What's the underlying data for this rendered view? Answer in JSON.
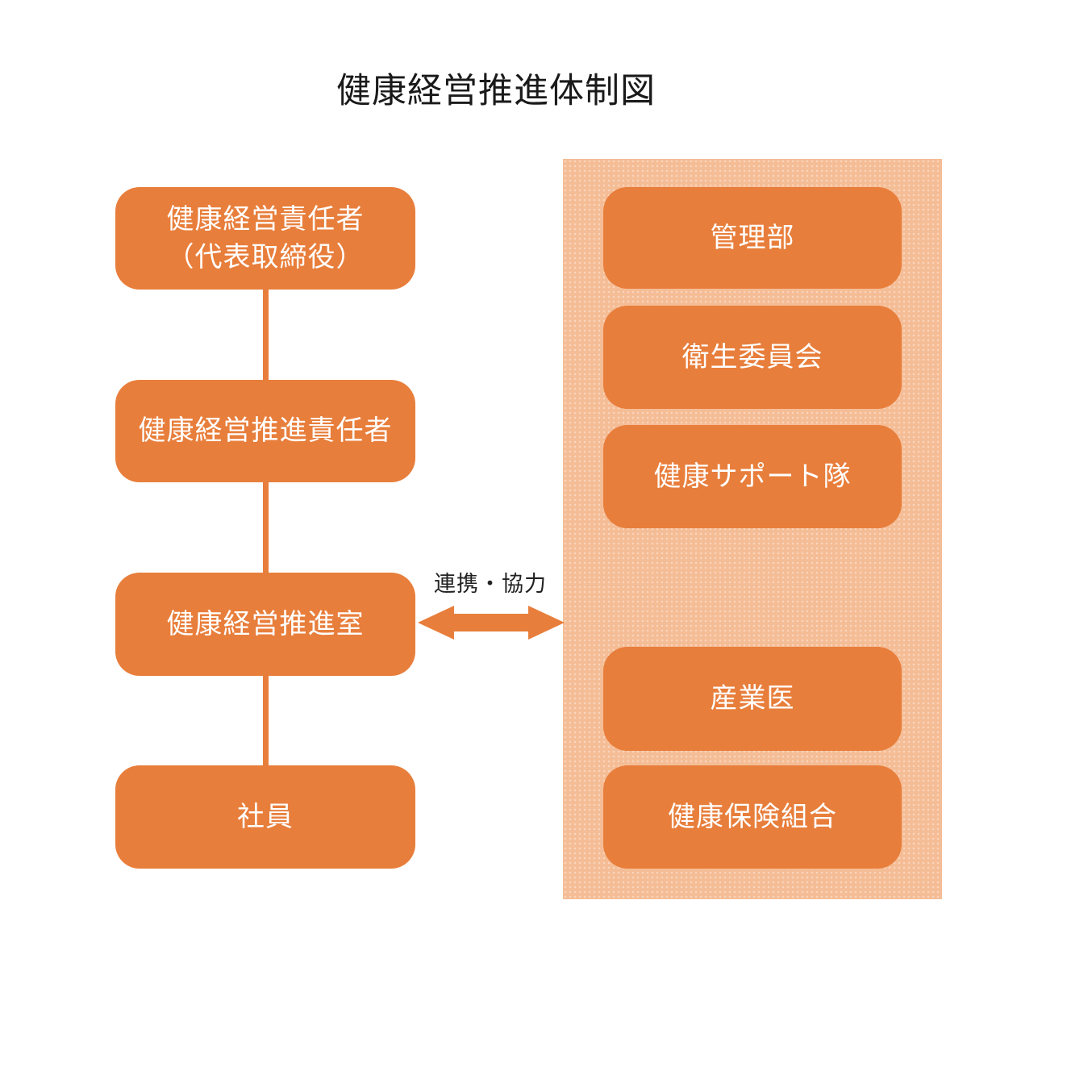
{
  "title": "健康経営推進体制図",
  "colors": {
    "accent_orange": "#E87E3B",
    "panel_background": "#F5BD96",
    "title_text": "#1A1A1A",
    "node_text": "#FFFFFF"
  },
  "left_chain": {
    "nodes": [
      {
        "id": "health-management-officer",
        "label": "健康経営責任者\n（代表取締役）"
      },
      {
        "id": "health-management-promotion-officer",
        "label": "健康経営推進責任者"
      },
      {
        "id": "health-management-promotion-office",
        "label": "健康経営推進室"
      },
      {
        "id": "employees",
        "label": "社員"
      }
    ]
  },
  "partner_panel": {
    "nodes": [
      {
        "id": "administration-department",
        "label": "管理部"
      },
      {
        "id": "health-committee",
        "label": "衛生委員会"
      },
      {
        "id": "health-support-team",
        "label": "健康サポート隊"
      },
      {
        "id": "occupational-physician",
        "label": "産業医"
      },
      {
        "id": "health-insurance-association",
        "label": "健康保険組合"
      }
    ]
  },
  "relation": {
    "arrow_label": "連携・協力"
  }
}
